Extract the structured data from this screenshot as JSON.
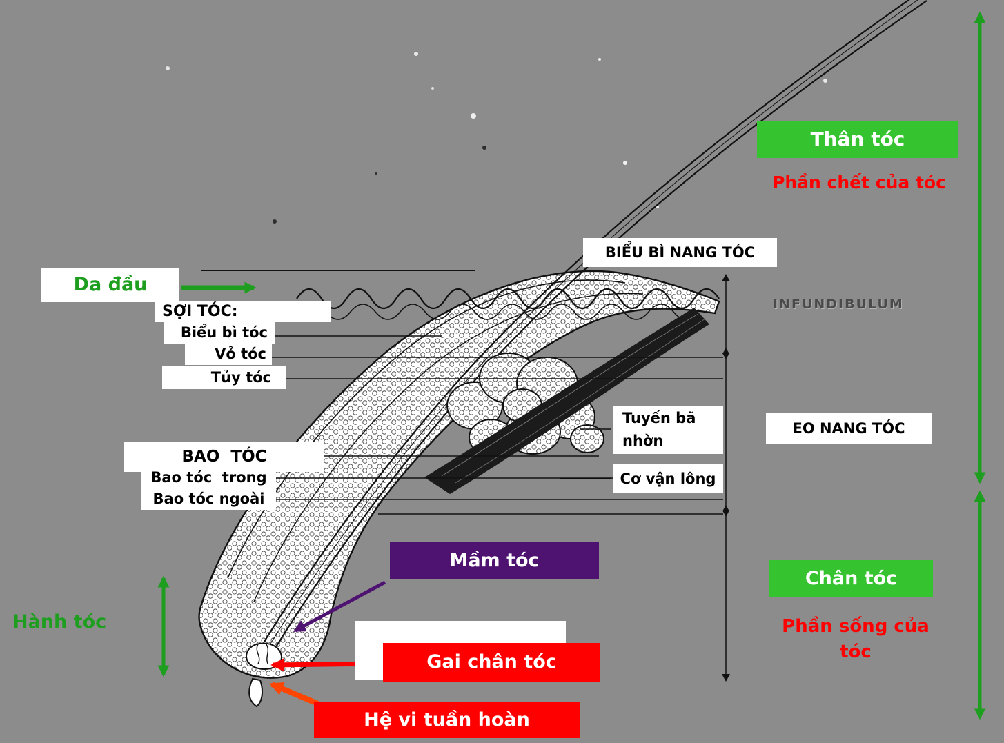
{
  "colors": {
    "bg": "#8c8c8c",
    "green_box": "#35c32f",
    "green_arrow": "#1e9e1e",
    "red": "#fe0000",
    "purple": "#4e1271",
    "orange": "#ff4500",
    "ink": "#111111"
  },
  "labels": {
    "than_toc": "Thân tóc",
    "phan_chet_cua_toc": "Phần chết của tóc",
    "bieu_bi_nang_toc": "BIỂU BÌ NANG TÓC",
    "da_dau": "Da đầu",
    "infundibulum": "INFUNDIBULUM",
    "soi_toc": "SỢI TÓC:",
    "bieu_bi_toc": "Biểu bì tóc",
    "vo_toc": "Vỏ tóc",
    "tuy_toc": "Tủy tóc",
    "tuyen_ba_nhon": "Tuyến bã nhờn",
    "eo_nang_toc": "EO NANG TÓC",
    "bao_toc": "BAO  TÓC",
    "bao_toc_trong": "Bao tóc  trong",
    "bao_toc_ngoai": "Bao tóc ngoài",
    "co_van_long": "Cơ vận lông",
    "mam_toc": "Mầm tóc",
    "chan_toc": "Chân tóc",
    "phan_song_cua_toc": "Phần sống của tóc",
    "hanh_toc": "Hành tóc",
    "gai_chan_toc": "Gai chân tóc",
    "he_vi_tuan_hoan": "Hệ vi tuần hoàn"
  }
}
